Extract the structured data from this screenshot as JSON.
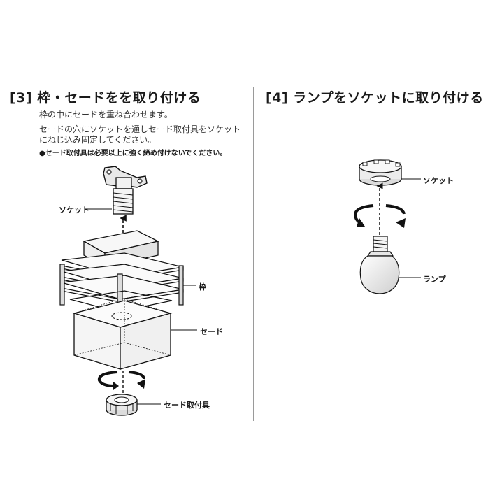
{
  "step3": {
    "title": "[3] 枠・セードをを取り付ける",
    "line1": "枠の中にセードを重ね合わせます。",
    "line2": "セードの穴にソケットを通しセード取付具をソケット",
    "line3": "にねじ込み固定してください。",
    "warning": "●セード取付具は必要以上に強く締め付けないでください。",
    "labels": {
      "socket": "ソケット",
      "frame": "枠",
      "shade": "セード",
      "shade_fitting": "セード取付具"
    }
  },
  "step4": {
    "title": "[4] ランプをソケットに取り付ける",
    "labels": {
      "socket": "ソケット",
      "lamp": "ランプ"
    }
  }
}
